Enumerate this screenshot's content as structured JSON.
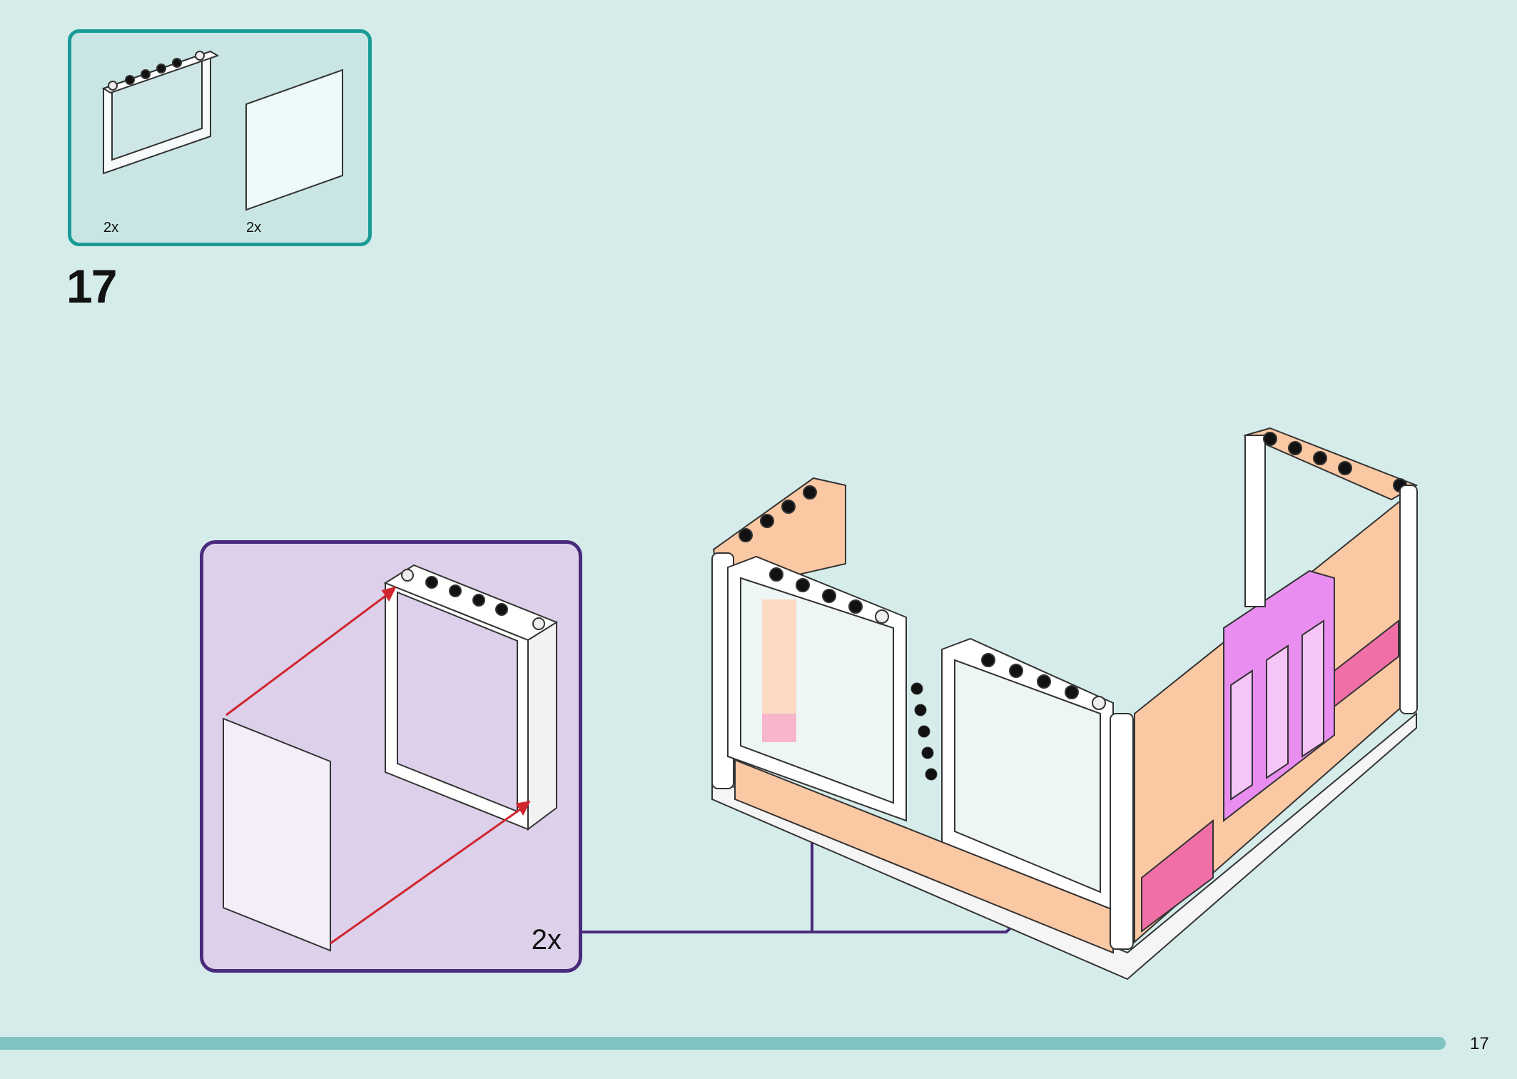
{
  "parts_list": {
    "items": [
      {
        "name": "window-frame",
        "qty": "2x"
      },
      {
        "name": "window-glass",
        "qty": "2x"
      }
    ]
  },
  "step": {
    "number": "17"
  },
  "sub_assembly": {
    "qty": "2x"
  },
  "page": {
    "number": "17"
  },
  "colors": {
    "background": "#d5ecea",
    "parts_border": "#1a9b97",
    "sub_border": "#4a2a7c",
    "sub_bg": "#dcd0ea",
    "arrow_red": "#d1262f",
    "peach": "#fbc8a4",
    "pink": "#f06fa6",
    "magenta": "#e98ef0",
    "footer_bar": "#7fc4c0"
  }
}
